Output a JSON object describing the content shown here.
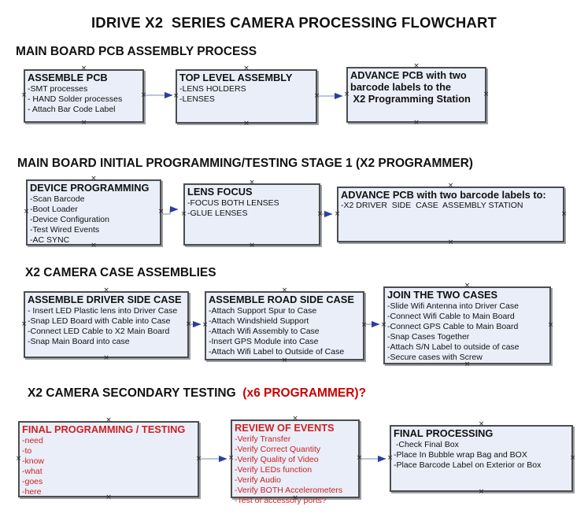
{
  "title": "IDRIVE X2  SERIES CAMERA PROCESSING FLOWCHART",
  "colors": {
    "box-fill": "#e9eef8",
    "box-border": "#4d4d4d",
    "box-shadow": "#9aa0a8",
    "connector-line": "#8fa5c8",
    "connector-arrow": "#2d3e9b",
    "red-text": "#cc2222",
    "black-text": "#111111"
  },
  "sections": [
    {
      "heading": "MAIN BOARD PCB ASSEMBLY PROCESS",
      "boxes": [
        {
          "heading": "ASSEMBLE PCB",
          "items": [
            "-SMT processes",
            "- HAND Solder processes",
            "- Attach Bar Code Label"
          ]
        },
        {
          "heading": "TOP LEVEL ASSEMBLY",
          "items": [
            "-LENS HOLDERS",
            "-LENSES"
          ]
        },
        {
          "heading": "ADVANCE PCB with two",
          "bold_lines": [
            "barcode labels to the",
            " X2 Programming Station"
          ],
          "items": []
        }
      ]
    },
    {
      "heading": "MAIN BOARD INITIAL PROGRAMMING/TESTING STAGE 1 (X2 PROGRAMMER)",
      "boxes": [
        {
          "heading": "DEVICE PROGRAMMING",
          "items": [
            "-Scan Barcode",
            "-Boot Loader",
            "-Device Configuration",
            "-Test Wired Events",
            "-AC SYNC"
          ]
        },
        {
          "heading": "LENS FOCUS",
          "items": [
            "-FOCUS BOTH LENSES",
            "-GLUE LENSES"
          ]
        },
        {
          "heading": "ADVANCE PCB with two barcode labels to:",
          "items": [
            "-X2 DRIVER  SIDE  CASE  ASSEMBLY STATION"
          ]
        }
      ]
    },
    {
      "heading": "X2 CAMERA CASE ASSEMBLIES",
      "boxes": [
        {
          "heading": "ASSEMBLE DRIVER SIDE CASE",
          "items": [
            "- Insert LED Plastic lens into Driver Case",
            "-Snap LED Board with Cable into Case",
            "-Connect LED Cable to X2 Main Board",
            "-Snap Main Board into case"
          ]
        },
        {
          "heading": "ASSEMBLE ROAD SIDE CASE",
          "items": [
            "-Attach Support Spur to Case",
            "-Attach Windshield Support",
            "-Attach Wifi Assembly to Case",
            "-Insert GPS Module into Case",
            "-Attach Wifi Label to Outside of Case"
          ]
        },
        {
          "heading": "JOIN THE TWO CASES",
          "items": [
            "-Slide Wifi Antenna into Driver Case",
            "-Connect Wifi Cable to Main Board",
            "-Connect GPS Cable to Main Board",
            "-Snap Cases Together",
            "-Attach S/N Label to outside of case",
            "-Secure cases with Screw"
          ]
        }
      ]
    },
    {
      "heading": "X2 CAMERA SECONDARY TESTING ",
      "heading_red": " (x6 PROGRAMMER)?",
      "boxes": [
        {
          "heading": "FINAL PROGRAMMING / TESTING",
          "color": "red",
          "items": [
            "-need",
            "-to",
            "-know",
            "-what",
            "-goes",
            "-here"
          ]
        },
        {
          "heading": "REVIEW OF EVENTS",
          "color": "red",
          "items": [
            "-Verify Transfer",
            "-Verify Correct Quantity",
            "-Verify Quality of Video",
            "-Verify LEDs function",
            "-Verify Audio",
            "-Verify BOTH Accelerometers",
            "-Test of accessory ports?"
          ]
        },
        {
          "heading": "FINAL PROCESSING",
          "items": [
            " -Check Final Box",
            "-Place In Bubble wrap Bag and BOX",
            "-Place Barcode Label on Exterior or Box"
          ]
        }
      ]
    }
  ]
}
